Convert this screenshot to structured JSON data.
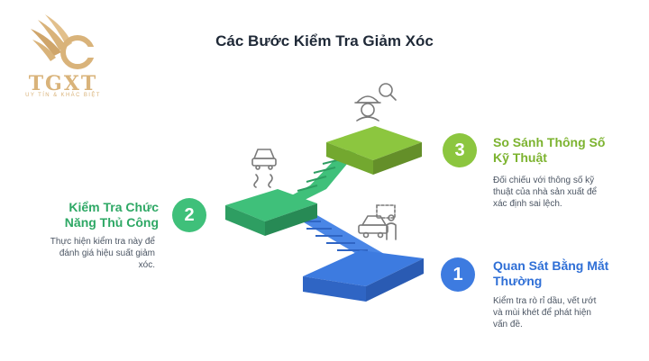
{
  "title": "Các Bước Kiểm Tra Giảm Xóc",
  "logo": {
    "name": "TGXT",
    "tagline": "UY TÍN & KHÁC BIỆT",
    "color": "#d9b37a"
  },
  "colors": {
    "step1": "#3d7be0",
    "step2": "#3fc07a",
    "step3": "#8cc63f",
    "icon": "#7a7a7a"
  },
  "steps": [
    {
      "number": "1",
      "title_line1": "Quan Sát Bằng Mắt",
      "title_line2": "Thường",
      "desc_line1": "Kiểm tra rò rỉ dầu, vết ướt",
      "desc_line2": "và mùi khét để phát hiện",
      "desc_line3": "vấn đề.",
      "icon": "car-person-icon"
    },
    {
      "number": "2",
      "title_line1": "Kiểm Tra Chức",
      "title_line2": "Năng Thủ Công",
      "desc_line1": "Thực hiện kiểm tra này để",
      "desc_line2": "đánh giá hiệu suất giảm",
      "desc_line3": "xóc.",
      "icon": "car-road-icon"
    },
    {
      "number": "3",
      "title_line1": "So Sánh Thông Số",
      "title_line2": "Kỹ Thuật",
      "desc_line1": "Đối chiếu với thông số kỹ",
      "desc_line2": "thuật của nhà sản xuất để",
      "desc_line3": "xác định sai lệch.",
      "icon": "engineer-search-icon"
    }
  ]
}
